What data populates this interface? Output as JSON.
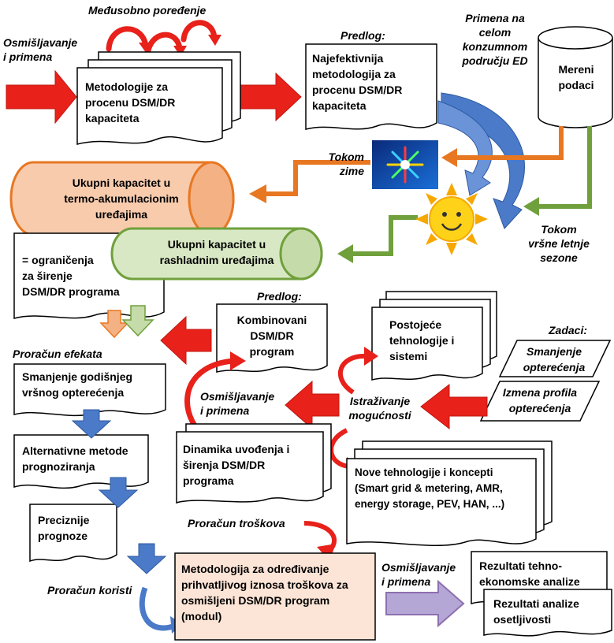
{
  "labels": {
    "medjusobno": "Međusobno poređenje",
    "osmisljavanje_top": "Osmišljavanje\ni primena",
    "predlog_top": "Predlog:",
    "primena": "Primena na\ncelom\nkonzumnom\npodručju ED",
    "tokom_zime": "Tokom\nzime",
    "tokom_leta": "Tokom\nvršne letnje\nsezone",
    "predlog_mid": "Predlog:",
    "zadaci": "Zadaci:",
    "proracun_efekata": "Proračun efekata",
    "osmisljavanje_mid": "Osmišljavanje\ni primena",
    "istrazivanje": "Istraživanje\nmogućnosti",
    "proracun_troskova": "Proračun troškova",
    "proracun_koristi": "Proračun koristi",
    "osmisljavanje_bot": "Osmišljavanje\ni primena"
  },
  "boxes": {
    "metodologije": "Metodologije za\nprocenu DSM/DR\nkapaciteta",
    "najefektivnija": "Najefektivnija\nmetodologija za\nprocenu DSM/DR\nkapaciteta",
    "mereni": "Mereni\npodaci",
    "termo": "Ukupni kapacitet u\ntermo-akumulacionim\nuređajima",
    "rashladni": "Ukupni kapacitet u\nrashladnim uređajima",
    "ogranicenja": "= ograničenja\nza širenje\nDSM/DR programa",
    "kombinovani": "Kombinovani\nDSM/DR\nprogram",
    "postojece": "Postojeće\ntehnologije i\nsistemi",
    "smanjenje_opt": "Smanjenje\nopterećenja",
    "izmena": "Izmena profila\nopterećenja",
    "smanjenje_vrsnog": "Smanjenje  godišnjeg\nvršnog opterećenja",
    "alternativne": "Alternativne metode\nprognoziranja",
    "dinamika": "Dinamika uvođenja i\nširenja DSM/DR\nprograma",
    "nove": "Nove tehnologije i koncepti\n(Smart grid & metering, AMR,\nenergy storage, PEV, HAN, ...)",
    "preciznije": "Preciznije\nprognoze",
    "metodologija_troskova": "Metodologija za određivanje\nprihvatljivog iznosa troškova za\nosmišljeni DSM/DR program\n(modul)",
    "rezultati_tehno": "Rezultati tehno-\nekonomske analize",
    "rezultati_osetljivosti": "Rezultati analize\nosetljivosti"
  },
  "icons": {
    "snowflake": "snowflake-icon",
    "sun": "sun-icon"
  },
  "colors": {
    "red_arrow": "#e8211b",
    "orange": "#e87722",
    "orange_fill": "#f8cbad",
    "green": "#70a03c",
    "green_fill": "#d9e8c4",
    "blue": "#4a7ac8",
    "purple": "#8e6fb0",
    "peach": "#fce4d6"
  }
}
